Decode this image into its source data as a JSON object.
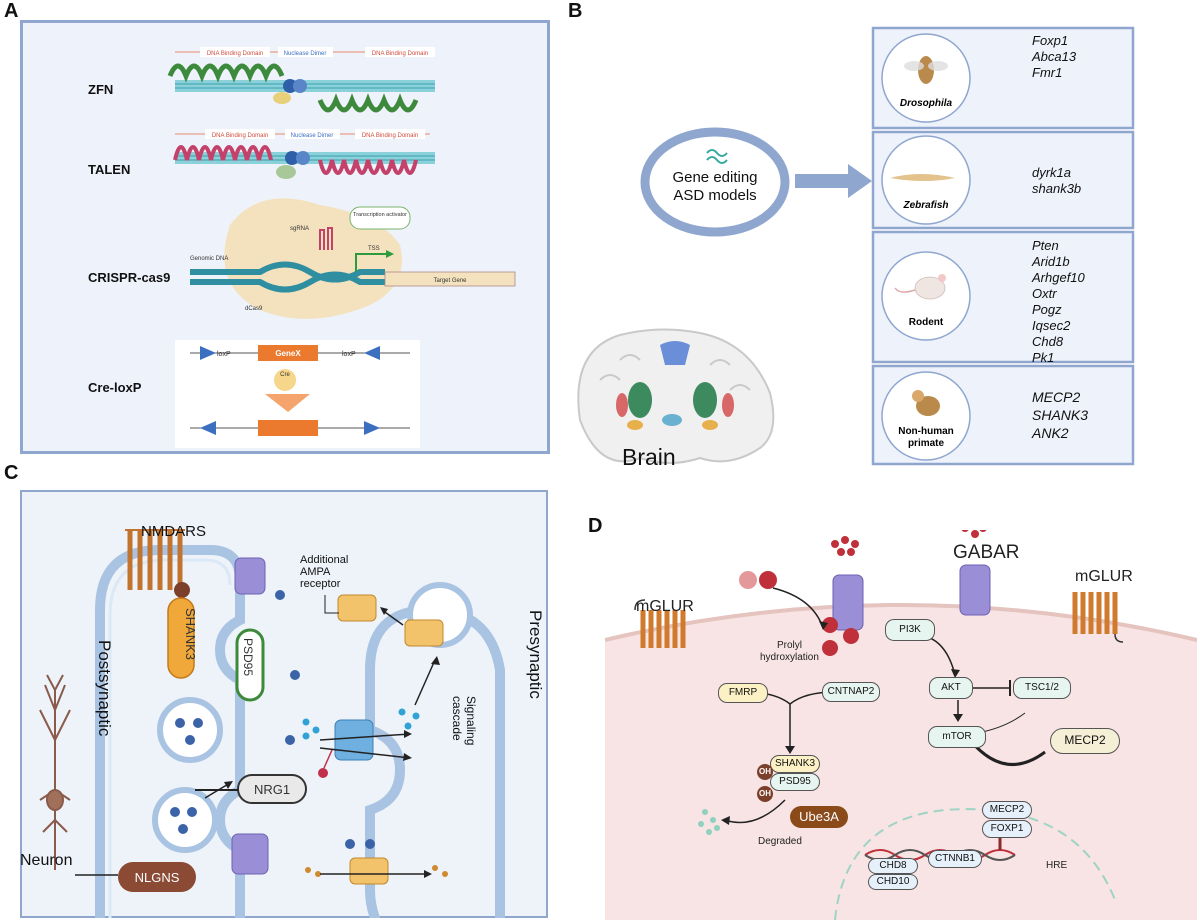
{
  "panels": {
    "a": "A",
    "b": "B",
    "c": "C",
    "d": "D"
  },
  "panel_a": {
    "zfn": "ZFN",
    "talen": "TALEN",
    "crispr": "CRISPR-cas9",
    "creloxp": "Cre-loxP",
    "dna_binding": "DNA Binding Domain",
    "nuclease_dimer": "Nuclease Dimer",
    "sgrna": "sgRNA",
    "transcription_activator": "Transcription activator",
    "genomic_dna": "Genomic DNA",
    "dcas9": "dCas9",
    "tss": "TSS",
    "target_gene": "Target Gene",
    "loxp": "loxP",
    "genex": "GeneX",
    "cre": "Cre"
  },
  "panel_b": {
    "center_line1": "Gene editing",
    "center_line2": "ASD models",
    "brain": "Brain",
    "models": [
      {
        "name": "Drosophila",
        "genes": [
          "Foxp1",
          "Abca13",
          "Fmr1"
        ]
      },
      {
        "name": "Zebrafish",
        "genes": [
          "dyrk1a",
          "shank3b"
        ]
      },
      {
        "name": "Rodent",
        "genes": [
          "Pten",
          "Arid1b",
          "Arhgef10",
          "Oxtr",
          "Pogz",
          "Iqsec2",
          "Chd8",
          "Pk1"
        ]
      },
      {
        "name_line1": "Non-human",
        "name_line2": "primate",
        "genes": [
          "MECP2",
          "SHANK3",
          "ANK2"
        ]
      }
    ]
  },
  "panel_c": {
    "nmdars": "NMDARS",
    "shank3": "SHANK3",
    "psd95": "PSD95",
    "nrg1": "NRG1",
    "nlgns": "NLGNS",
    "neuron": "Neuron",
    "postsynaptic": "Postsynaptic",
    "presynaptic": "Presynaptic",
    "ampa1": "Additional",
    "ampa2": "AMPA",
    "ampa3": "receptor",
    "signal1": "Signaling",
    "signal2": "cascade"
  },
  "panel_d": {
    "mglur_left": "mGLUR",
    "mglur_right": "mGLUR",
    "gabar": "GABAR",
    "prolyl1": "Prolyl",
    "prolyl2": "hydroxylation",
    "pi3k": "PI3K",
    "akt": "AKT",
    "tsc": "TSC1/2",
    "mtor": "mTOR",
    "mecp2": "MECP2",
    "fmrp": "FMRP",
    "cntnap2": "CNTNAP2",
    "shank3": "SHANK3",
    "psd95": "PSD95",
    "oh": "OH",
    "ube3a": "Ube3A",
    "degraded": "Degraded",
    "mecp2_n": "MECP2",
    "foxp1": "FOXP1",
    "ctnnb1": "CTNNB1",
    "chd8": "CHD8",
    "chd10": "CHD10",
    "hre": "HRE"
  }
}
